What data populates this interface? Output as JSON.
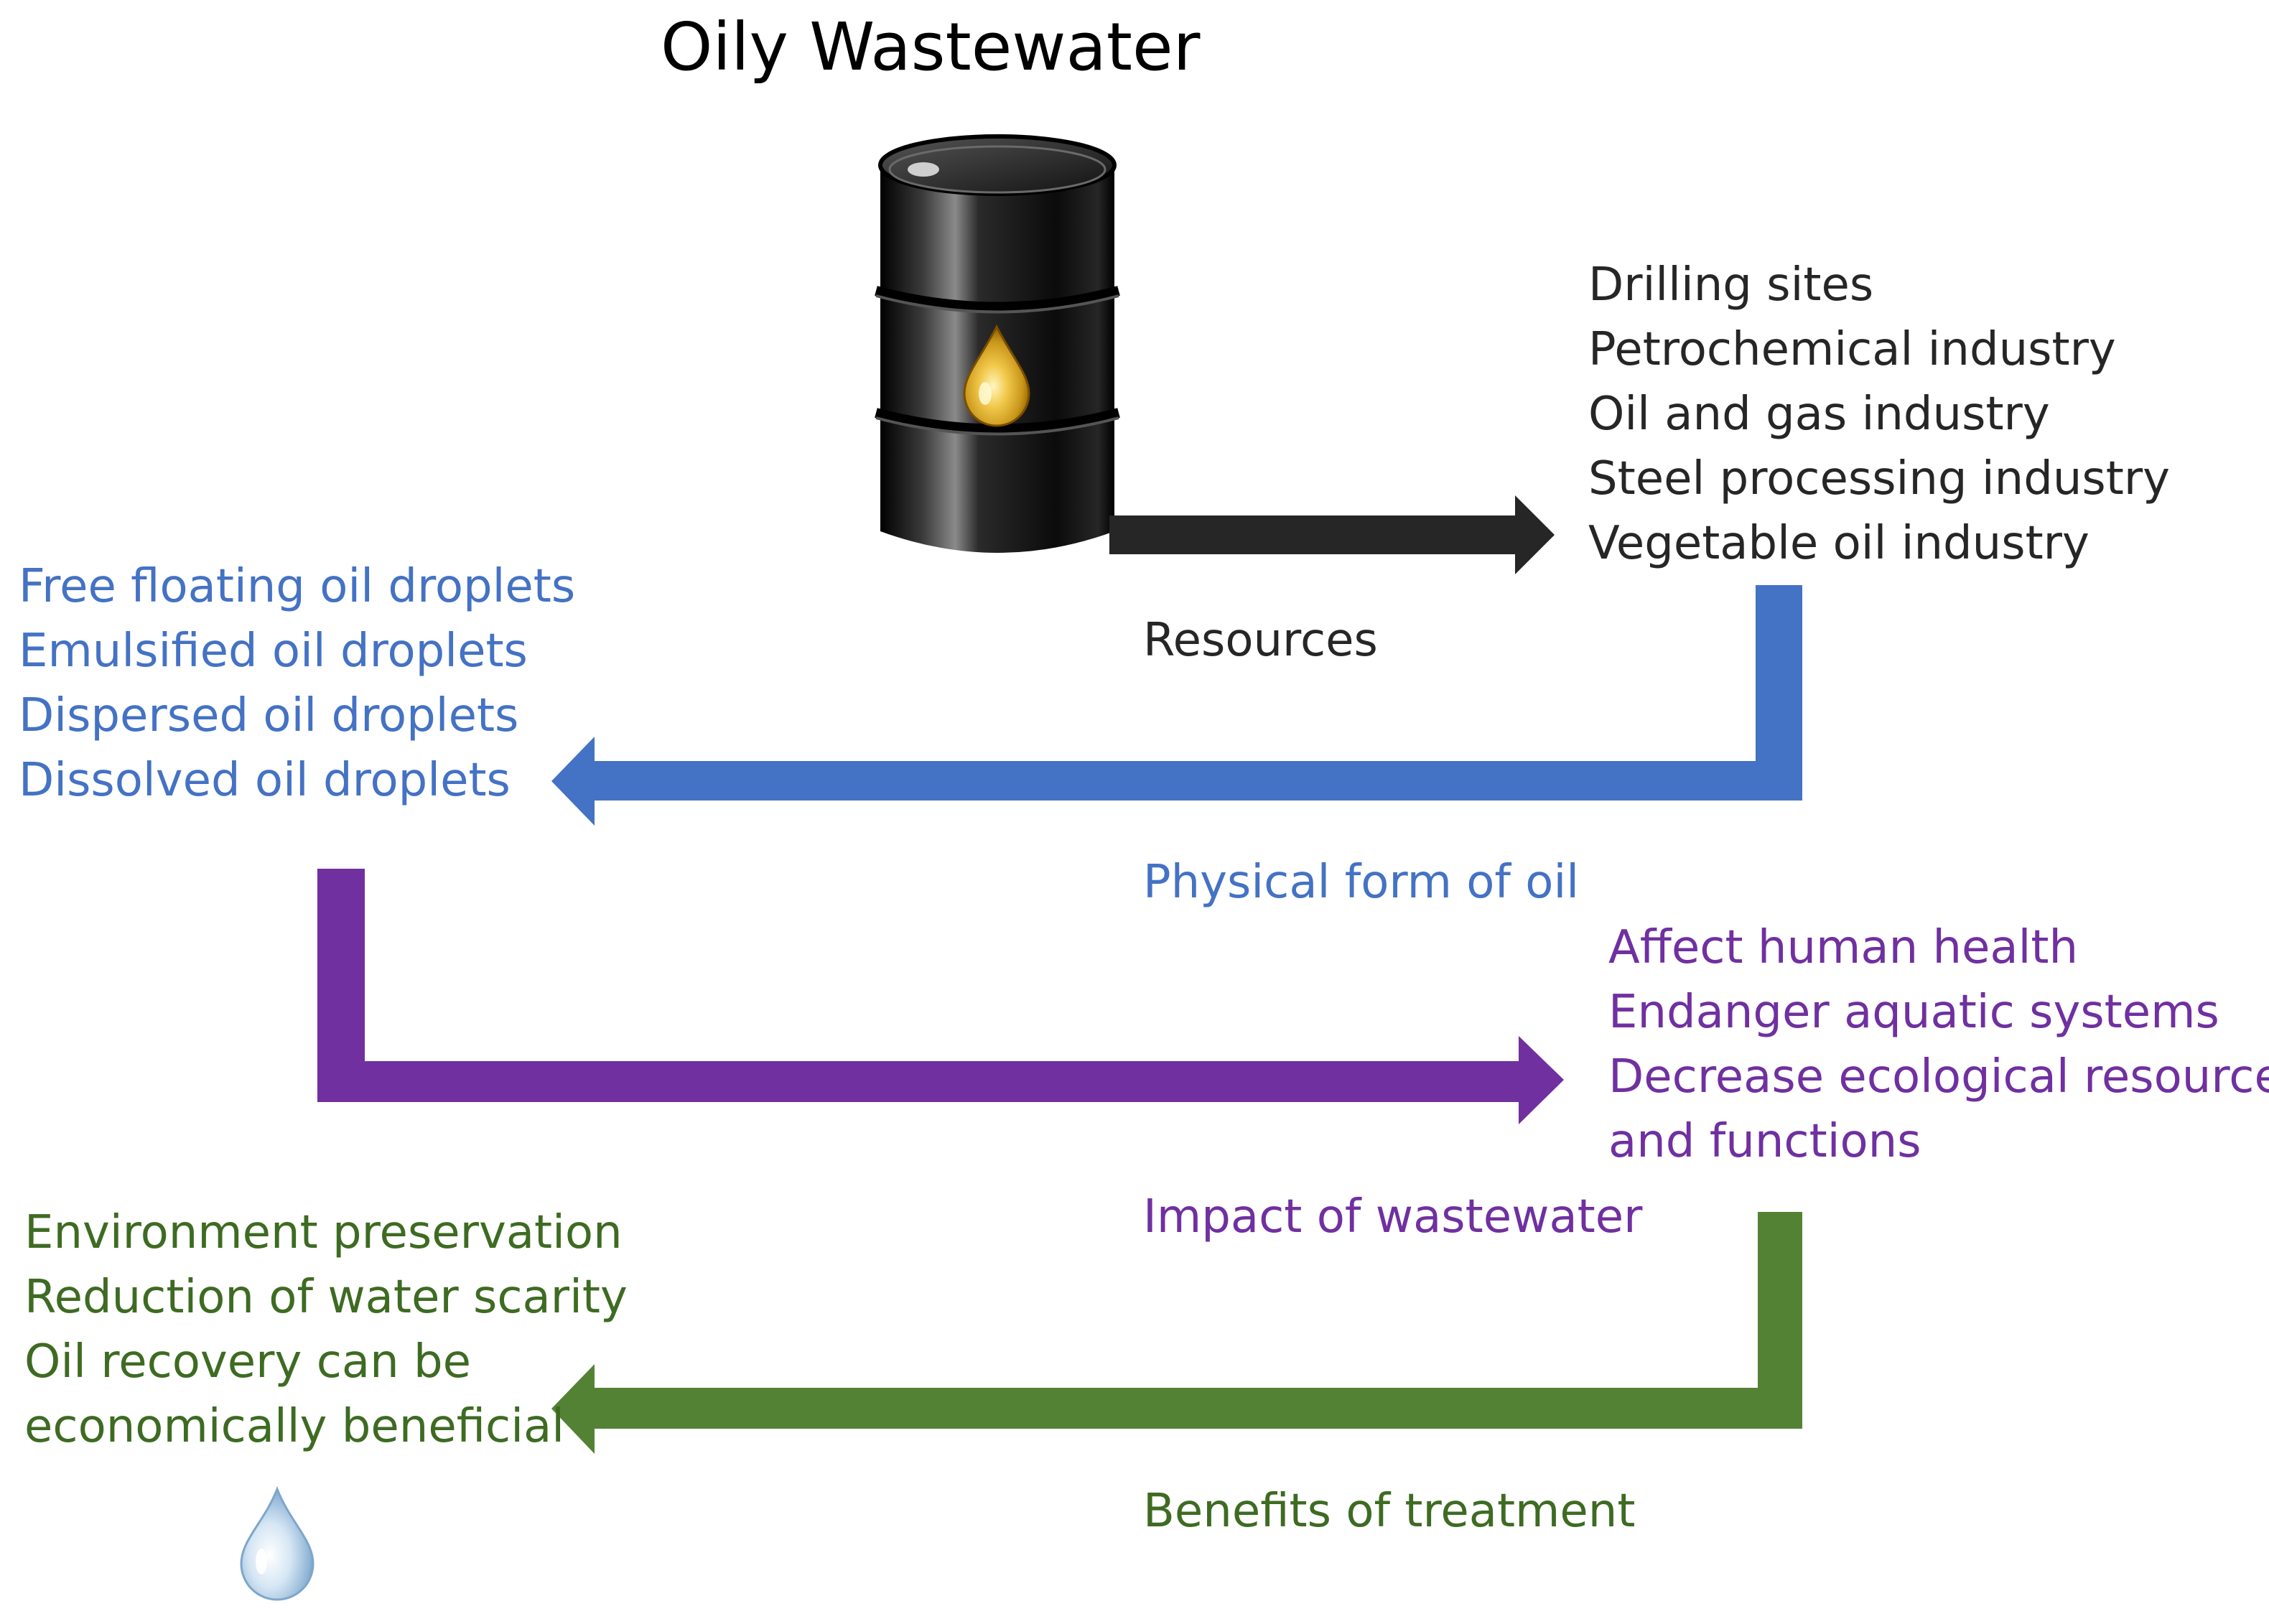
{
  "title": "Oily Wastewater",
  "colors": {
    "resources": "#262626",
    "physical_form": "#4472C4",
    "impact": "#7030A0",
    "benefits": "#3E6B22"
  },
  "icons": {
    "barrel": "oil-barrel-icon",
    "oil_drop": "oil-drop-icon",
    "water_drop": "water-drop-icon"
  },
  "resources": {
    "label": "Resources",
    "items": [
      "Drilling sites",
      "Petrochemical industry",
      "Oil and gas industry",
      "Steel processing industry",
      "Vegetable oil industry"
    ]
  },
  "physical_form": {
    "label": "Physical form of oil",
    "items": [
      "Free floating oil droplets",
      "Emulsified oil droplets",
      "Dispersed oil droplets",
      "Dissolved oil droplets"
    ]
  },
  "impact": {
    "label": "Impact of wastewater",
    "items": [
      "Affect human health",
      "Endanger aquatic systems",
      "Decrease ecological resources",
      "and functions"
    ]
  },
  "benefits": {
    "label": "Benefits of treatment",
    "items": [
      "Environment preservation",
      "Reduction of water scarity",
      "Oil recovery can be",
      "economically beneficial"
    ]
  }
}
